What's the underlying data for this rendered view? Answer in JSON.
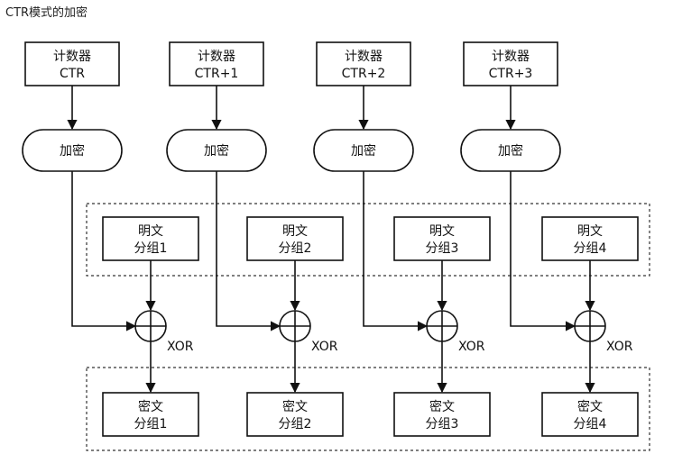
{
  "title": "CTR模式的加密",
  "columns": [
    {
      "counter_line1": "计数器",
      "counter_line2": "CTR",
      "encrypt_label": "加密",
      "plain_line1": "明文",
      "plain_line2": "分组1",
      "xor_label": "XOR",
      "cipher_line1": "密文",
      "cipher_line2": "分组1"
    },
    {
      "counter_line1": "计数器",
      "counter_line2": "CTR+1",
      "encrypt_label": "加密",
      "plain_line1": "明文",
      "plain_line2": "分组2",
      "xor_label": "XOR",
      "cipher_line1": "密文",
      "cipher_line2": "分组2"
    },
    {
      "counter_line1": "计数器",
      "counter_line2": "CTR+2",
      "encrypt_label": "加密",
      "plain_line1": "明文",
      "plain_line2": "分组3",
      "xor_label": "XOR",
      "cipher_line1": "密文",
      "cipher_line2": "分组3"
    },
    {
      "counter_line1": "计数器",
      "counter_line2": "CTR+3",
      "encrypt_label": "加密",
      "plain_line1": "明文",
      "plain_line2": "分组4",
      "xor_label": "XOR",
      "cipher_line1": "密文",
      "cipher_line2": "分组4"
    }
  ]
}
